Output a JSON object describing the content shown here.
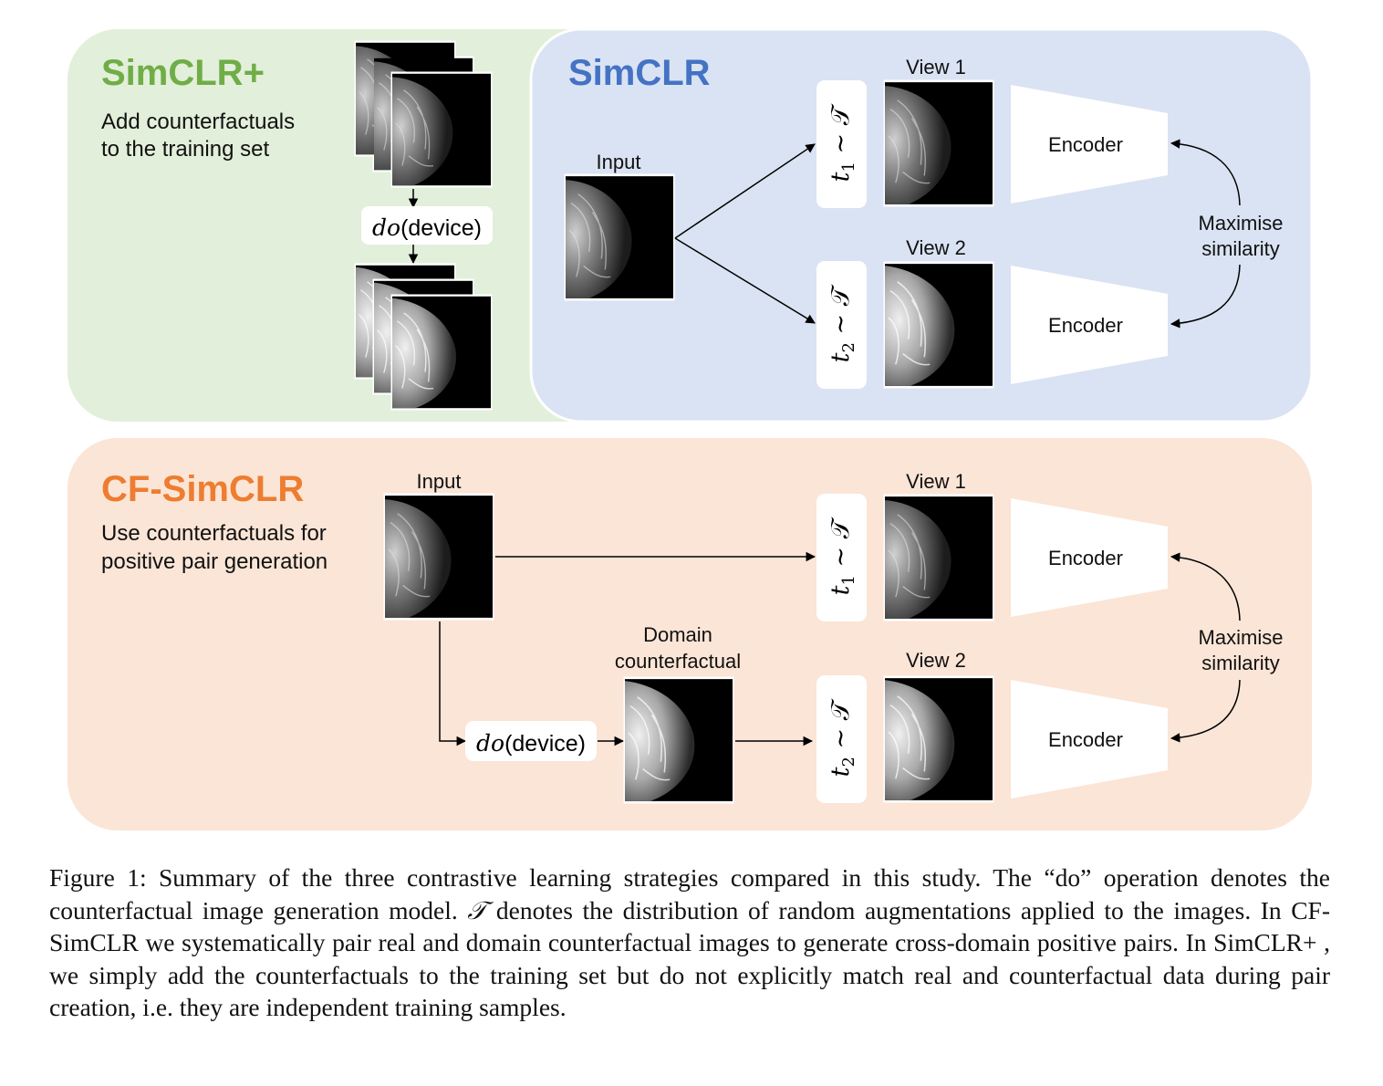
{
  "simclr_plus": {
    "title": "SimCLR+",
    "desc_line1": "Add counterfactuals",
    "desc_line2": "to the training set",
    "do_italic": "do",
    "do_device": "(device)"
  },
  "simclr": {
    "title": "SimCLR",
    "input_label": "Input",
    "view1_label": "View 1",
    "view2_label": "View 2",
    "t1_label": "t",
    "t1_sub": "1",
    "t2_label": "t",
    "t2_sub": "2",
    "t_rest": " ~ 𝒯",
    "encoder1": "Encoder",
    "encoder2": "Encoder",
    "maximise_line1": "Maximise",
    "maximise_line2": "similarity"
  },
  "cf_simclr": {
    "title": "CF-SimCLR",
    "desc_line1": "Use counterfactuals for",
    "desc_line2": "positive pair generation",
    "input_label": "Input",
    "domain_line1": "Domain",
    "domain_line2": "counterfactual",
    "view1_label": "View 1",
    "view2_label": "View 2",
    "t1_label": "t",
    "t1_sub": "1",
    "t2_label": "t",
    "t2_sub": "2",
    "t_rest": " ~ 𝒯",
    "do_italic": "do",
    "do_device": "(device)",
    "encoder1": "Encoder",
    "encoder2": "Encoder",
    "maximise_line1": "Maximise",
    "maximise_line2": "similarity"
  },
  "colors": {
    "green_panel": "#e2efda",
    "green_title": "#70ad47",
    "blue_panel": "#dae3f3",
    "blue_title": "#4472c4",
    "orange_panel": "#fbe5d6",
    "orange_title": "#ed7d31"
  },
  "caption": {
    "part1": "Figure 1: Summary of the three contrastive learning strategies compared in this study. The “do” operation denotes the counterfactual image generation model. ",
    "tsym": "𝒯",
    "part2": " denotes the distribution of random augmentations applied to the images. In CF-SimCLR we systematically pair real and domain counterfactual images to generate cross-domain positive pairs. In SimCLR+ , we simply add the counterfactuals to the training set but do not explicitly match real and counterfactual data during pair creation, i.e. they are independent training samples."
  }
}
